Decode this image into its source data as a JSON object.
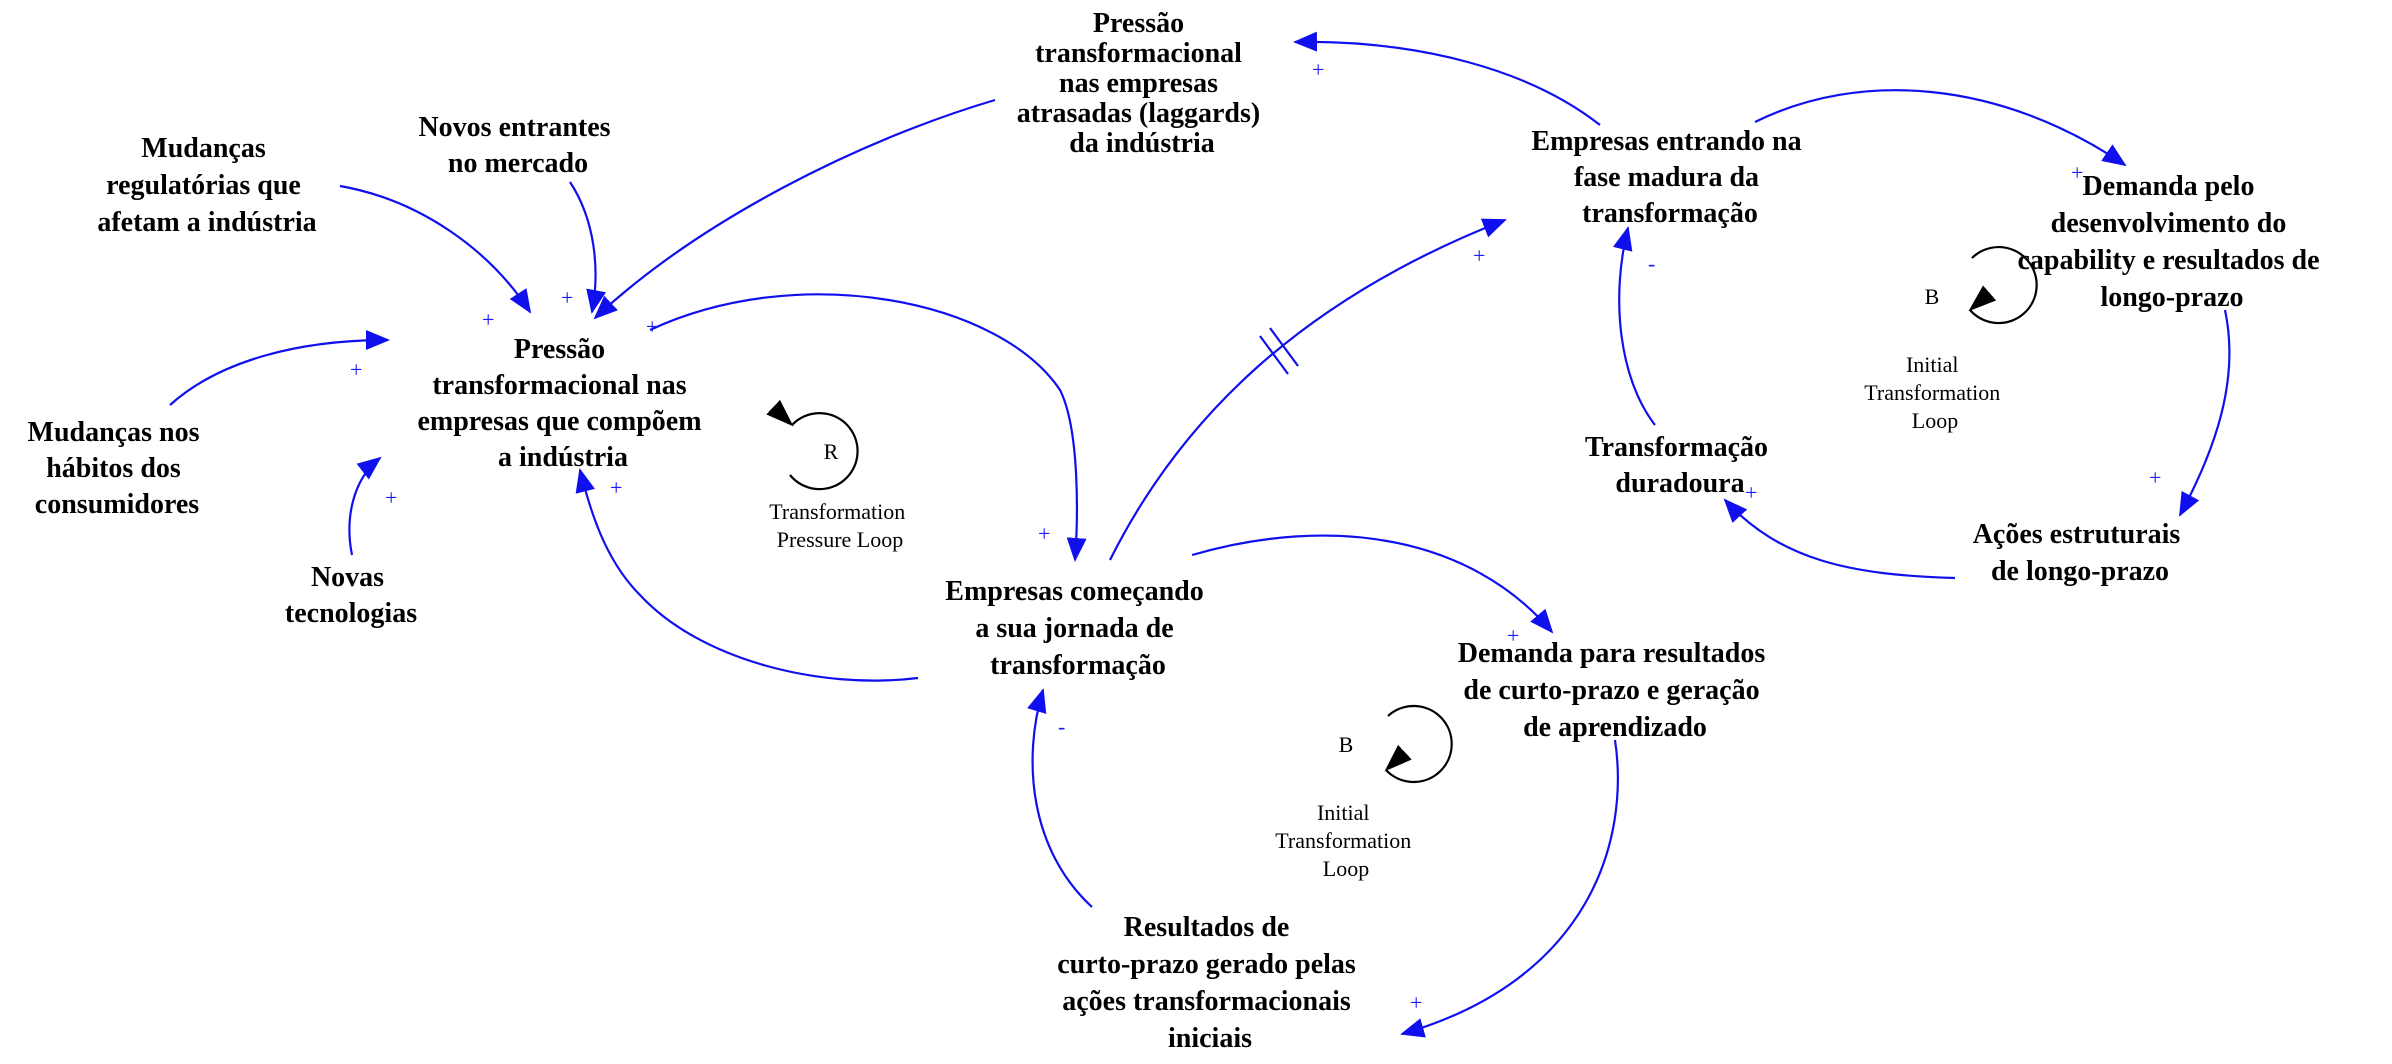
{
  "nodes": {
    "pressao_laggards": {
      "lines": [
        "Pressão",
        "transformacional",
        "nas empresas",
        "atrasadas (laggards)",
        "da indústria"
      ]
    },
    "mudancas_regulatorias": {
      "lines": [
        "Mudanças",
        "regulatórias que",
        "afetam a indústria"
      ]
    },
    "novos_entrantes": {
      "lines": [
        "Novos entrantes",
        "no mercado"
      ]
    },
    "pressao_industria": {
      "lines": [
        "Pressão",
        "transformacional nas",
        "empresas que compõem",
        "a indústria"
      ]
    },
    "mudancas_habitos": {
      "lines": [
        "Mudanças nos",
        "hábitos dos",
        "consumidores"
      ]
    },
    "novas_tecnologias": {
      "lines": [
        "Novas",
        "tecnologias"
      ]
    },
    "empresas_comecando": {
      "lines": [
        "Empresas começando",
        "a sua jornada de",
        "transformação"
      ]
    },
    "empresas_madura": {
      "lines": [
        "Empresas entrando na",
        "fase madura da",
        "transformação"
      ]
    },
    "demanda_capability": {
      "lines": [
        "Demanda pelo",
        "desenvolvimento do",
        "capability e resultados de",
        "longo-prazo"
      ]
    },
    "transformacao_duradoura": {
      "lines": [
        "Transformação",
        "duradoura"
      ]
    },
    "acoes_estruturais": {
      "lines": [
        "Ações estruturais",
        "de longo-prazo"
      ]
    },
    "demanda_curto": {
      "lines": [
        "Demanda para resultados",
        "de curto-prazo e geração",
        "de aprendizado"
      ]
    },
    "resultados_curto": {
      "lines": [
        "Resultados de",
        "curto-prazo gerado pelas",
        "ações transformacionais",
        "iniciais"
      ]
    }
  },
  "loops": {
    "transformation_pressure": {
      "letter": "R",
      "lines": [
        "Transformation",
        "Pressure Loop"
      ]
    },
    "initial_right": {
      "letter": "B",
      "lines": [
        "Initial",
        "Transformation",
        "Loop"
      ]
    },
    "initial_bottom": {
      "letter": "B",
      "lines": [
        "Initial",
        "Transformation",
        "Loop"
      ]
    }
  },
  "polarities": {
    "p1": "+",
    "p2": "+",
    "p3": "+",
    "p4": "+",
    "p5": "+",
    "p6": "+",
    "p7": "+",
    "p8": "+",
    "p9": "+",
    "p10": "-",
    "p11": "+",
    "p12": "+",
    "p13": "+",
    "p14": "+",
    "p15": "-",
    "p16": "+"
  },
  "colors": {
    "link": "#1010ee",
    "polarity": "#1a1aff",
    "text": "#000000"
  }
}
